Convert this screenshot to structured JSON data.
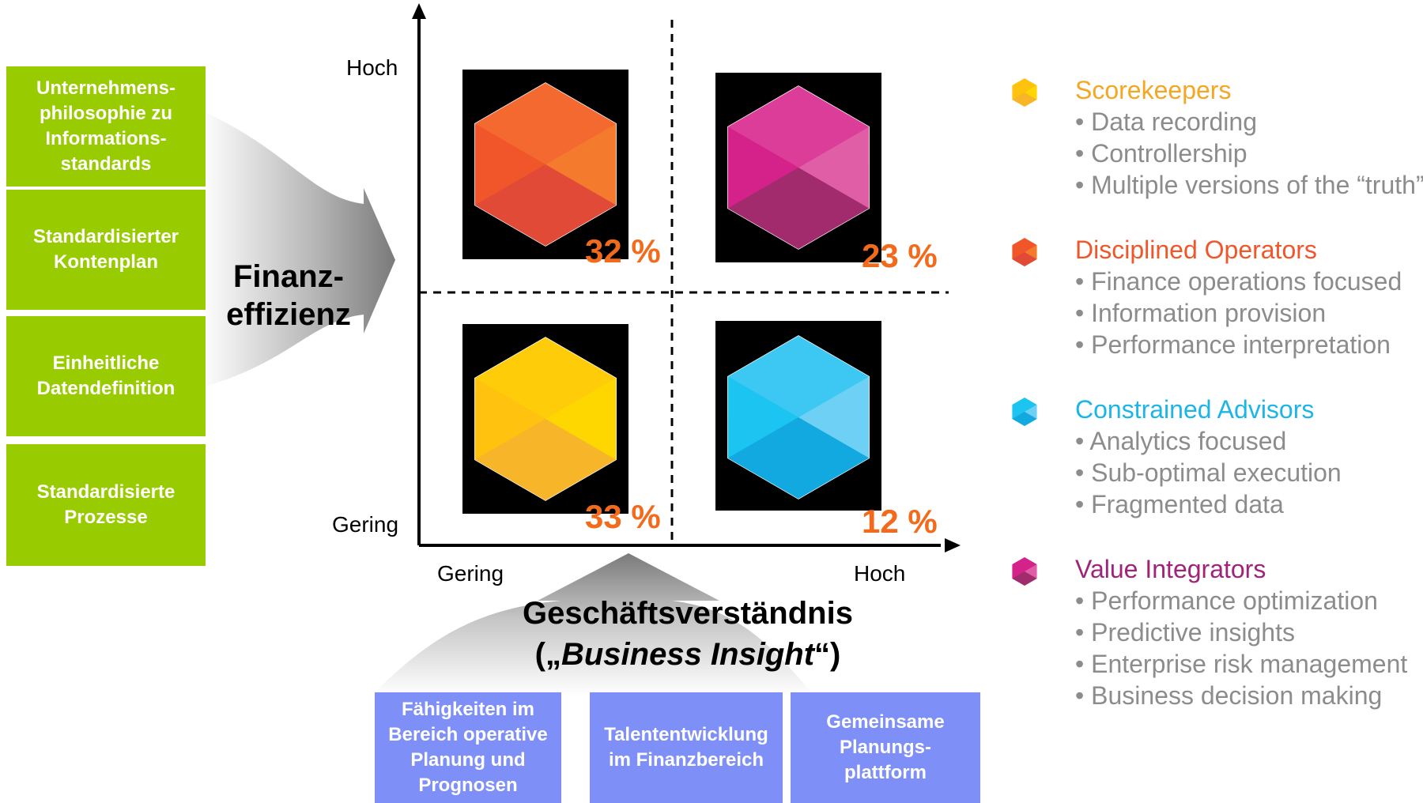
{
  "left_boxes": [
    "Unternehmens-\nphilosophie zu\nInformations-\nstandards",
    "Standardisierter\nKontenplan",
    "Einheitliche\nDatendefinition",
    "Standardisierte\nProzesse"
  ],
  "left_arrow_label": "Finanz-\neffizienz",
  "y_axis": {
    "high": "Hoch",
    "low": "Gering"
  },
  "x_axis": {
    "low": "Gering",
    "high": "Hoch"
  },
  "quadrants": [
    {
      "position": "top-left",
      "percent": "32 %",
      "cube": "orange-cube",
      "colors": {
        "left": "#f0562a",
        "right": "#f47a2e",
        "top": "#f36930",
        "bottom": "#e04a36"
      }
    },
    {
      "position": "top-right",
      "percent": "23 %",
      "cube": "magenta-cube",
      "colors": {
        "left": "#d4228a",
        "right": "#e05ea5",
        "top": "#db3d98",
        "bottom": "#a22b6e"
      }
    },
    {
      "position": "bottom-left",
      "percent": "33 %",
      "cube": "yellow-cube",
      "colors": {
        "left": "#ffc20e",
        "right": "#ffd700",
        "top": "#ffcc0a",
        "bottom": "#f7b52a"
      }
    },
    {
      "position": "bottom-right",
      "percent": "12 %",
      "cube": "blue-cube",
      "colors": {
        "left": "#1cc4f2",
        "right": "#6dd0f4",
        "top": "#3dc8f3",
        "bottom": "#12a8e0"
      }
    }
  ],
  "bottom_arrow_label": {
    "line1": "Geschäftsverständnis",
    "line2_prefix": "(„",
    "line2_italic": "Business Insight",
    "line2_suffix": "“)"
  },
  "bottom_boxes": [
    "Fähigkeiten im\nBereich operative\nPlanung und\nPrognosen",
    "Talententwicklung\nim Finanzbereich",
    "Gemeinsame\nPlanungs-\nplattform"
  ],
  "legend": [
    {
      "title": "Scorekeepers",
      "color": "#f5a623",
      "icon": "yellow-cube-icon",
      "icon_colors": [
        "#ffc20e",
        "#ffd700",
        "#f7b52a"
      ],
      "bullets": [
        "Data recording",
        "Controllership",
        "Multiple versions of the “truth”"
      ]
    },
    {
      "title": "Disciplined Operators",
      "color": "#f0562a",
      "icon": "orange-cube-icon",
      "icon_colors": [
        "#f0562a",
        "#f47a2e",
        "#e04a36"
      ],
      "bullets": [
        "Finance operations focused",
        "Information provision",
        "Performance interpretation"
      ]
    },
    {
      "title": "Constrained Advisors",
      "color": "#1cb5e8",
      "icon": "blue-cube-icon",
      "icon_colors": [
        "#1cc4f2",
        "#6dd0f4",
        "#12a8e0"
      ],
      "bullets": [
        "Analytics focused",
        "Sub-optimal execution",
        "Fragmented data"
      ]
    },
    {
      "title": "Value Integrators",
      "color": "#a0237a",
      "icon": "magenta-cube-icon",
      "icon_colors": [
        "#d4228a",
        "#e05ea5",
        "#a22b6e"
      ],
      "bullets": [
        "Performance optimization",
        "Predictive insights",
        "Enterprise risk management",
        "Business decision making"
      ]
    }
  ]
}
